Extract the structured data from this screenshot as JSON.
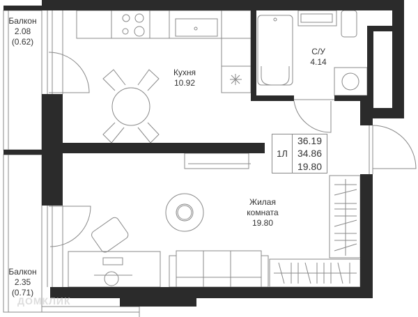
{
  "rooms": {
    "balcony_top": {
      "name": "Балкон",
      "area": "2.08",
      "area_reduced": "(0.62)"
    },
    "kitchen": {
      "name": "Кухня",
      "area": "10.92"
    },
    "bathroom": {
      "name": "С/У",
      "area": "4.14"
    },
    "living": {
      "name_line1": "Жилая",
      "name_line2": "комната",
      "area": "19.80"
    },
    "balcony_bottom": {
      "name": "Балкон",
      "area": "2.35",
      "area_reduced": "(0.71)"
    }
  },
  "summary": {
    "type": "1Л",
    "total_area": "36.19",
    "living_total": "34.86",
    "living_area": "19.80"
  },
  "watermark": "ДОМКЛИК",
  "colors": {
    "wall": "#2b2b2b",
    "line": "#777777"
  }
}
